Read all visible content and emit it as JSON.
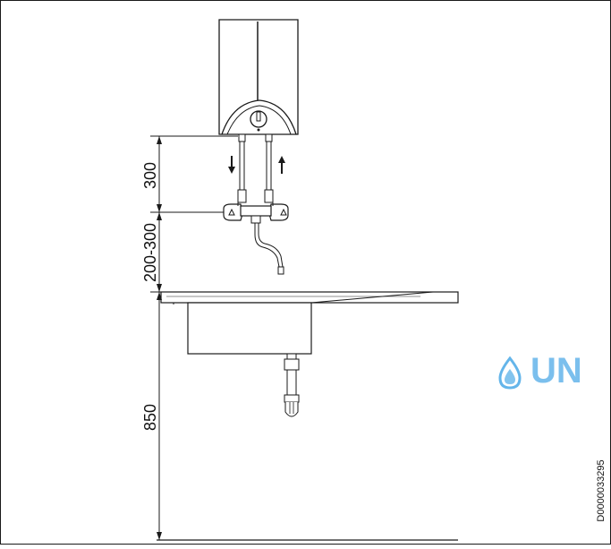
{
  "dimensions": {
    "heater_to_fitting": "300",
    "fitting_to_sink": "200-300",
    "sink_to_floor": "850"
  },
  "document_code": "D0000033295",
  "watermark": {
    "text": "UN",
    "icon": "water-drop-icon",
    "color": "#64b5ea"
  },
  "colors": {
    "line": "#1a1a1a",
    "background": "#ffffff"
  }
}
